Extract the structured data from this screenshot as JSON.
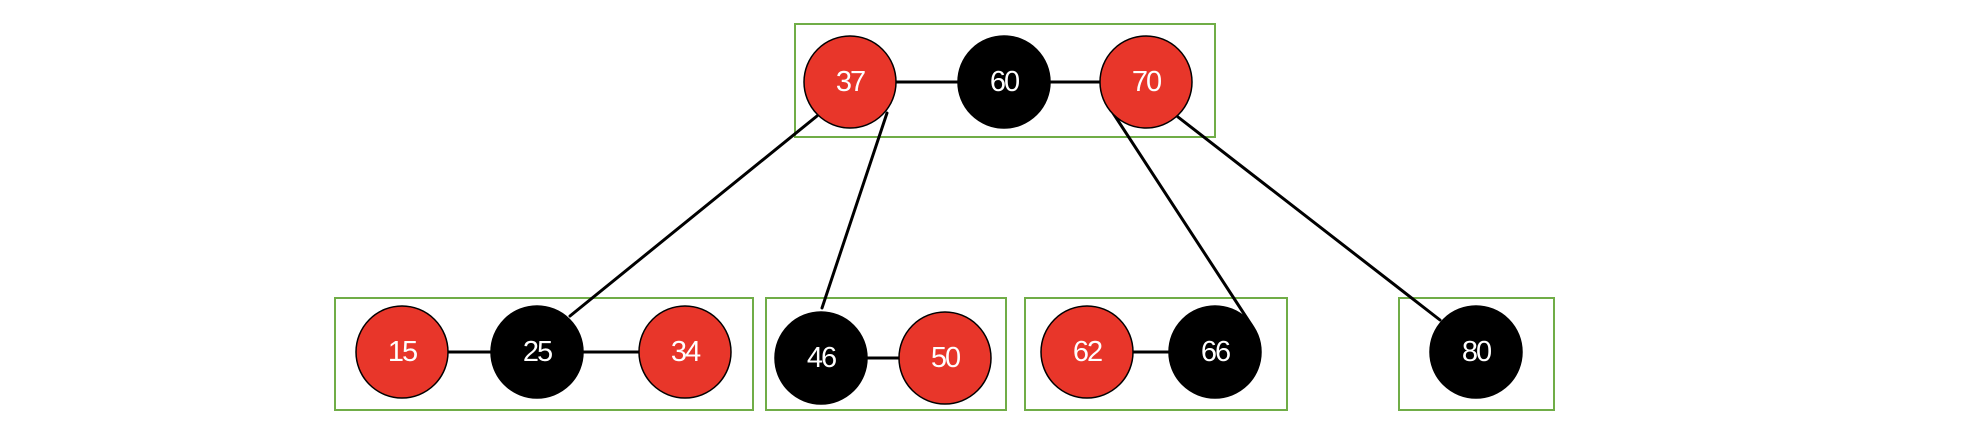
{
  "colors": {
    "red": "#e8362a",
    "black": "#000000",
    "box": "#70ad47",
    "edge": "#000000"
  },
  "nodes": [
    {
      "id": "37",
      "label": "37",
      "color": "red"
    },
    {
      "id": "60",
      "label": "60",
      "color": "black"
    },
    {
      "id": "70",
      "label": "70",
      "color": "red"
    },
    {
      "id": "15",
      "label": "15",
      "color": "red"
    },
    {
      "id": "25",
      "label": "25",
      "color": "black"
    },
    {
      "id": "34",
      "label": "34",
      "color": "red"
    },
    {
      "id": "46",
      "label": "46",
      "color": "black"
    },
    {
      "id": "50",
      "label": "50",
      "color": "red"
    },
    {
      "id": "62",
      "label": "62",
      "color": "red"
    },
    {
      "id": "66",
      "label": "66",
      "color": "black"
    },
    {
      "id": "80",
      "label": "80",
      "color": "black"
    }
  ],
  "groups": [
    {
      "id": "root",
      "members": [
        "37",
        "60",
        "70"
      ]
    },
    {
      "id": "leaf-1",
      "members": [
        "15",
        "25",
        "34"
      ]
    },
    {
      "id": "leaf-2",
      "members": [
        "46",
        "50"
      ]
    },
    {
      "id": "leaf-3",
      "members": [
        "62",
        "66"
      ]
    },
    {
      "id": "leaf-4",
      "members": [
        "80"
      ]
    }
  ],
  "edges": [
    {
      "from": "37",
      "to": "60"
    },
    {
      "from": "60",
      "to": "70"
    },
    {
      "from": "15",
      "to": "25"
    },
    {
      "from": "25",
      "to": "34"
    },
    {
      "from": "46",
      "to": "50"
    },
    {
      "from": "62",
      "to": "66"
    },
    {
      "from": "37",
      "to": "25"
    },
    {
      "from": "37",
      "to": "46"
    },
    {
      "from": "70",
      "to": "66"
    },
    {
      "from": "70",
      "to": "80"
    }
  ]
}
